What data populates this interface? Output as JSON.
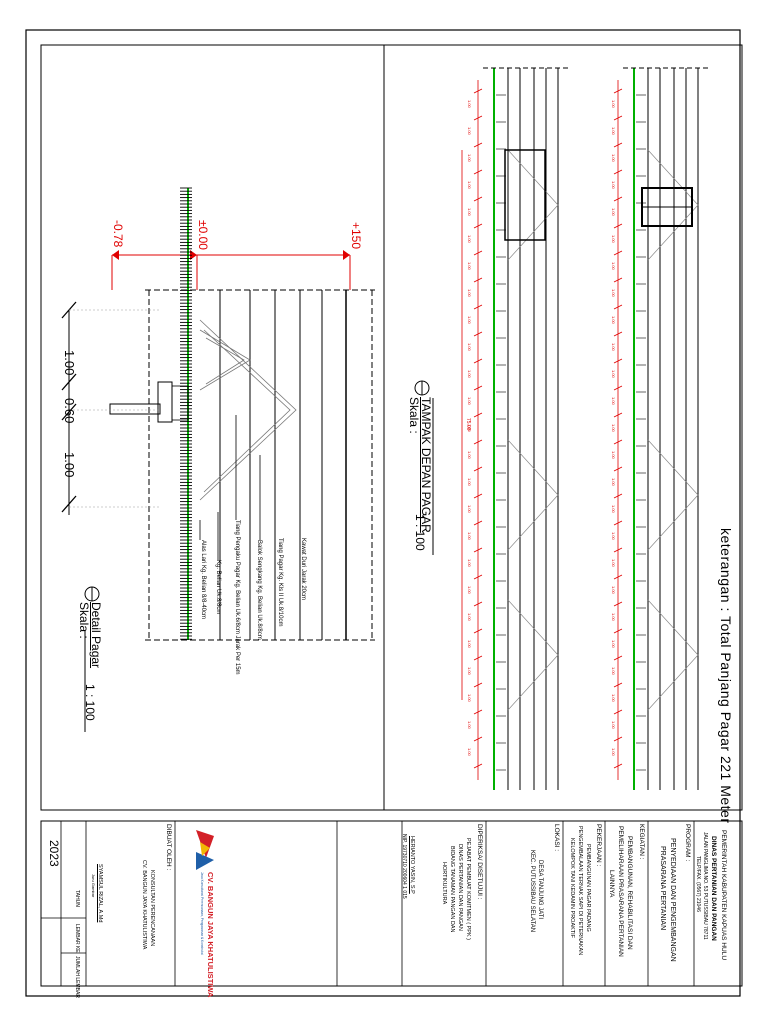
{
  "notes": {
    "keterangan": "keterangan : Total Panjang Pagar 221 Meter"
  },
  "detail_view": {
    "elev_plus150": "+150",
    "elev_000": "±0.00",
    "elev_minus078": "-0.78",
    "dim_100_a": "1.00",
    "dim_060": "0.60",
    "dim_100_b": "1.00",
    "label_kawat": "Kawat Duri Jarak 20cm",
    "label_tiang_pagar": "Tiang Pagar Kg. Kls II Uk.8/10cm",
    "label_balok_sengkang": "Balok Sengkang Kg. Belian Uk.8/8cm",
    "label_tiang_pengaku": "Tiang Pengaku Pagar Kg. Belian Uk.6/8cm Jarak Per 15m",
    "label_kg_belian": "Kg. Belian Uk.8/8cm",
    "label_alas": "Alas Lari Kg. Belian 8/8-40cm",
    "title": "Detail Pagar",
    "skala_label": "Skala :",
    "skala_value": "1 : 100"
  },
  "front_view": {
    "title": "TAMPAK DEPAN PAGAR",
    "skala_label": "Skala :",
    "skala_value": "1 : 100",
    "total_dim": "75.00",
    "segment_label": "1.00"
  },
  "title_block": {
    "pemkab": "PEMERINTAH KABUPATEN KAPUAS HULU",
    "dinas": "DINAS PERTANIAN DAN PANGAN",
    "alamat": "JALAN PANGLIMA NO. 53 PUTUSSIBAU 78711",
    "telp": "TELP/FAX. (0567) 21046",
    "program_label": "PROGRAM :",
    "program_1": "PENYEDIAAN DAN PENGEMBANGAN",
    "program_2": "PRASARANA PERTANIAN",
    "kegiatan_label": "KEGIATAN :",
    "kegiatan_1": "PEMBANGUNAN, REHABILITASI DAN",
    "kegiatan_2": "PEMELIHARAAN PRASARANA PERTANIAN",
    "kegiatan_3": "LAINNYA",
    "pekerjaan_label": "PEKERJAAN :",
    "pekerjaan_1": "PEMBANGUNAN PAGAR PADANG",
    "pekerjaan_2": "PENGEMBALAAN TERNAK SAPI DI PETERNAKAN",
    "pekerjaan_3": "KELOMPOK TANI KEDAMIN PROAKTIF",
    "lokasi_label": "LOKASI :",
    "lokasi_1": "DESA TANJUNG JATI",
    "lokasi_2": "KEC. PUTUSSIBAU SELATAN",
    "diperiksa_label": "DIPERIKSA/ DISETUJUI :",
    "ppk_1": "PEJABAT PEMBUAT KOMITMEN ( PPK )",
    "ppk_2": "DINAS PERTANIAN DAN PANGAN",
    "ppk_3": "BIDANG TANAMAN PANGAN DAN",
    "ppk_4": "HORTIKULTURA",
    "ppk_name": "HERIANTO YASIN, S.P",
    "ppk_nip": "NIP. 19730710 200604 1 015",
    "company_name": "CV. BANGUN JAYA KHATULISTIWA",
    "company_tag": "Jasa Konsultansi Perencanaan, Pengawasan & Konstruksi",
    "dibuat_label": "DIBUAT OLEH :",
    "konsultan_1": "KONSULTAN PERENCANAAN",
    "konsultan_2": "CV. BANGUN JAYA KHATULISTIWA",
    "drafter_name": "SYAMSUL RIZAL, A.Md",
    "drafter_role": "Juru Gambar",
    "year": "2023",
    "tahun_label": "TAHUN",
    "lembar_label": "LEMBAR KE",
    "jumlah_label": "JUMLAH LEMBAR"
  },
  "colors": {
    "dimension": "#e00000",
    "ground": "#00b000",
    "logo_red": "#d32027",
    "logo_blue": "#1f5fa8"
  }
}
